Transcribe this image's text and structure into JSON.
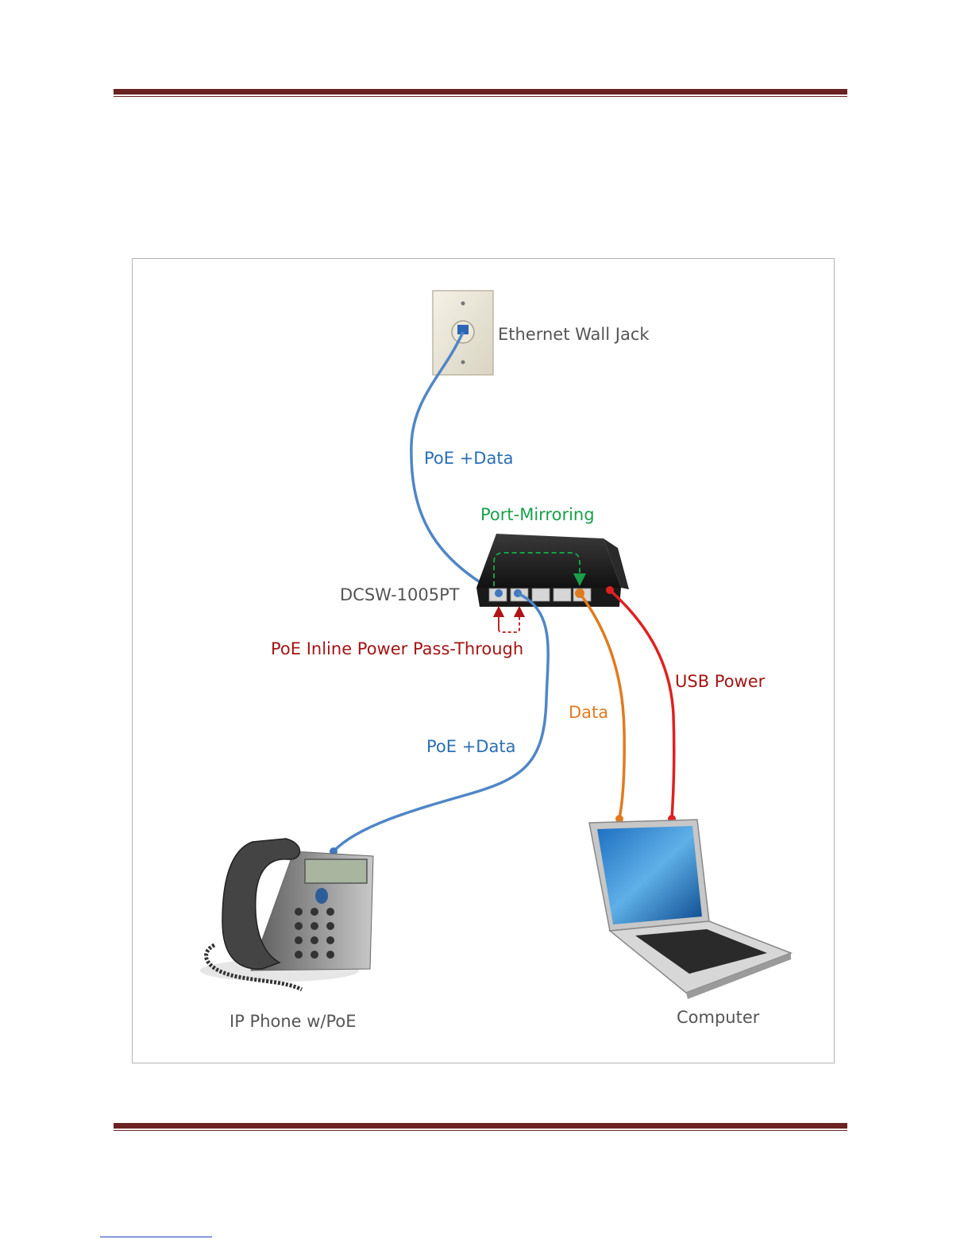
{
  "labels": {
    "wall_jack": "Ethernet Wall Jack",
    "poe_data_top": "PoE +Data",
    "port_mirroring": "Port-Mirroring",
    "switch_model": "DCSW-1005PT",
    "pass_through": "PoE Inline Power Pass-Through",
    "usb_power": "USB Power",
    "data": "Data",
    "poe_data_bottom": "PoE +Data",
    "ip_phone": "IP Phone w/PoE",
    "computer": "Computer"
  },
  "colors": {
    "rule": "#6b2222",
    "poe_cable": "#4f86c6",
    "data_cable": "#e07b1f",
    "usb_cable": "#e02020",
    "mirror_path": "#1aa04a",
    "pass_through_arrows": "#b01515",
    "frame": "#b3b3b3"
  },
  "icons": [
    "wall-jack-icon",
    "switch-icon",
    "ip-phone-icon",
    "laptop-icon"
  ]
}
